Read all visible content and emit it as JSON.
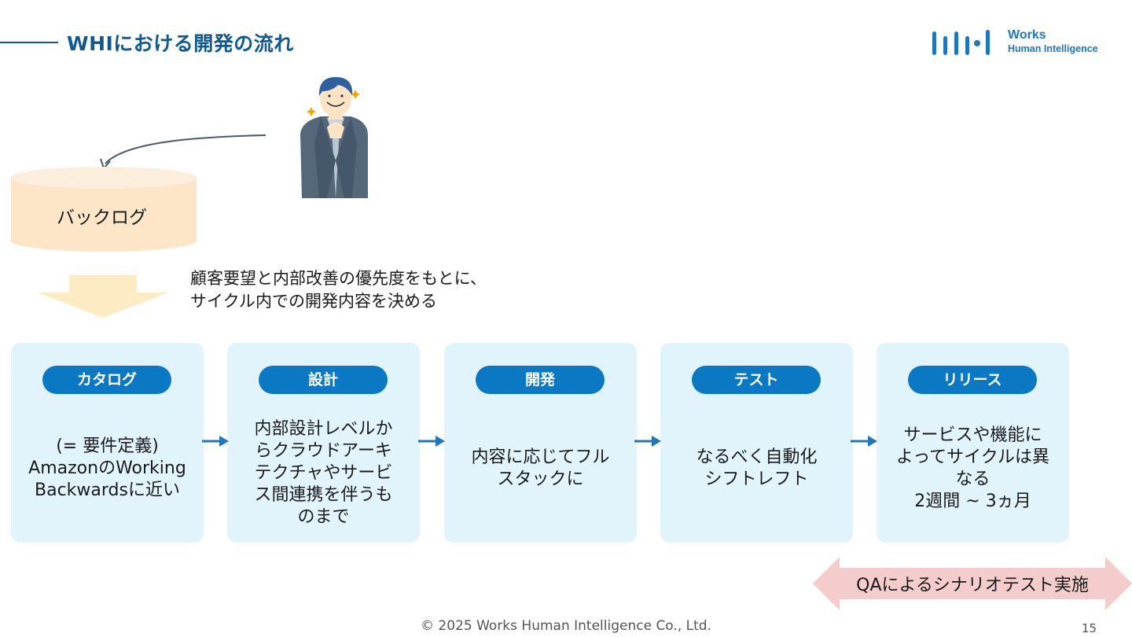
{
  "title": "WHIにおける開発の流れ",
  "logo": {
    "line1": "Works",
    "line2": "Human Intelligence"
  },
  "backlog": {
    "label": "バックログ"
  },
  "description": {
    "line1": "顧客要望と内部改善の優先度をもとに、",
    "line2": "サイクル内での開発内容を決める"
  },
  "stages": [
    {
      "label": "カタログ",
      "body": "(= 要件定義)\nAmazonのWorking\nBackwardsに近い"
    },
    {
      "label": "設計",
      "body": "内部設計レベルか\nらクラウドアーキ\nテクチャやサービ\nス間連携を伴うも\nのまで"
    },
    {
      "label": "開発",
      "body": "内容に応じてフル\nスタックに"
    },
    {
      "label": "テスト",
      "body": "なるべく自動化\nシフトレフト"
    },
    {
      "label": "リリース",
      "body": "サービスや機能に\nよってサイクルは異\nなる\n2週間 ~ 3ヵ月"
    }
  ],
  "qa_label": "QAによるシナリオテスト実施",
  "footer": "© 2025 Works Human Intelligence Co., Ltd.",
  "page_number": "15",
  "colors": {
    "brand": "#0f5a93",
    "pill": "#0b78c4",
    "card": "#e1f4fc",
    "backlog": "#fde6c8",
    "qa_arrow": "#f4cccc"
  }
}
